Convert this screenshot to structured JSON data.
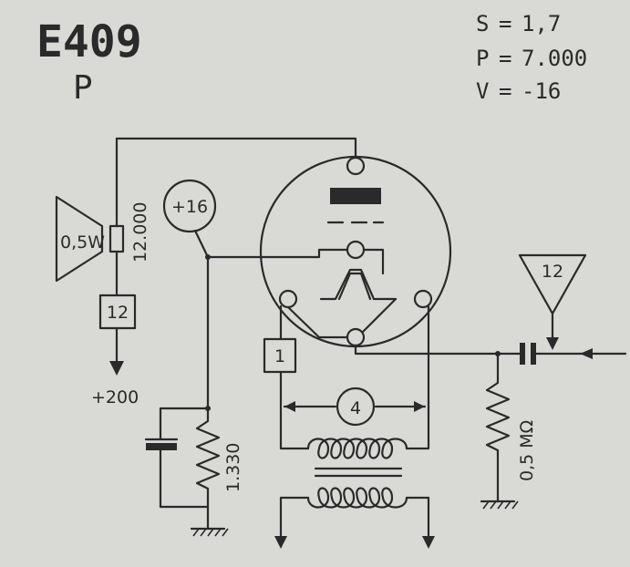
{
  "tube_type": "E409",
  "tube_class": "P",
  "params": [
    {
      "key": "S",
      "sep": "=",
      "value": "1,7"
    },
    {
      "key": "P",
      "sep": "=",
      "value": "7.000"
    },
    {
      "key": "V",
      "sep": "=",
      "value": "-16"
    }
  ],
  "labels": {
    "grid_bias": "+16",
    "speaker_power": "0,5W",
    "speaker_resistor": "12.000",
    "anode_pin": "12",
    "anode_supply": "+200",
    "cathode_resistor": "1.330",
    "filament_pin": "1",
    "filament_voltage": "4",
    "input_ref": "12",
    "grid_resistor": "0,5 MΩ"
  }
}
